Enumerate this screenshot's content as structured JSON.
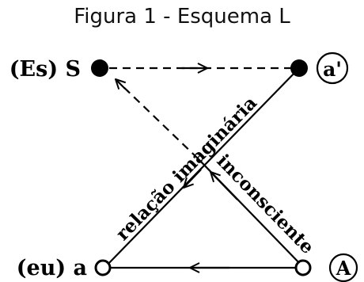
{
  "title": "Figura 1 - Esquema L",
  "nodes": {
    "es_s": {
      "label": "(Es) S"
    },
    "a_prime": {
      "label": "a'"
    },
    "eu_a": {
      "label": "(eu) a"
    },
    "big_a": {
      "label": "A"
    }
  },
  "edges": {
    "imaginary": {
      "label": "relação imaginária"
    },
    "unconscious": {
      "label": "inconsciente"
    }
  },
  "colors": {
    "ink": "#000000"
  }
}
